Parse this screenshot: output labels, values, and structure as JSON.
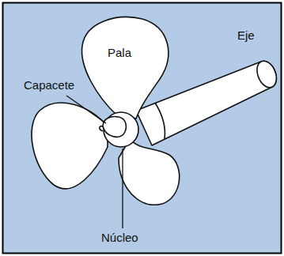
{
  "diagram": {
    "labels": [
      "Pala",
      "Eje",
      "Capacete",
      "Núcleo"
    ]
  }
}
